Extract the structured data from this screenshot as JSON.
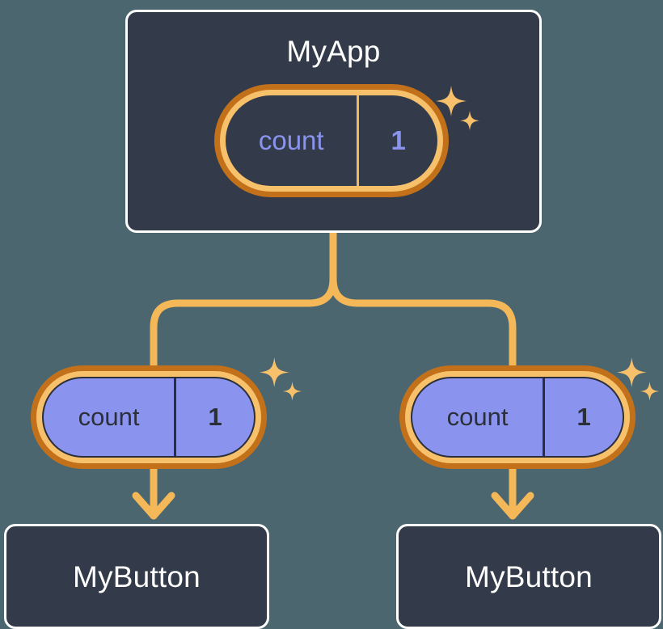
{
  "theme": {
    "page_background": "#4c666f",
    "card_background": "#333b4a",
    "card_border": "#ffffff",
    "pill_outer_ring": "#c2711a",
    "pill_inner_ring": "#f7c06a",
    "pill_child_fill": "#8a94ee",
    "accent_purple": "#8a94ee",
    "connector_orange": "#f5b858",
    "text_light": "#ffffff",
    "text_dark": "#2b2f3a"
  },
  "diagram": {
    "type": "component-state-tree",
    "root": {
      "title": "MyApp",
      "state": {
        "key": "count",
        "value": "1",
        "style": "dark"
      },
      "sparkle": "sparkles-icon"
    },
    "children": [
      {
        "title": "MyButton",
        "state": {
          "key": "count",
          "value": "1",
          "style": "purple"
        },
        "sparkle": "sparkles-icon"
      },
      {
        "title": "MyButton",
        "state": {
          "key": "count",
          "value": "1",
          "style": "purple"
        },
        "sparkle": "sparkles-icon"
      }
    ],
    "connectors": {
      "root_to_branch": "elbow-split",
      "branch_to_child": "vertical-line",
      "child_to_button": "arrow-down"
    }
  }
}
